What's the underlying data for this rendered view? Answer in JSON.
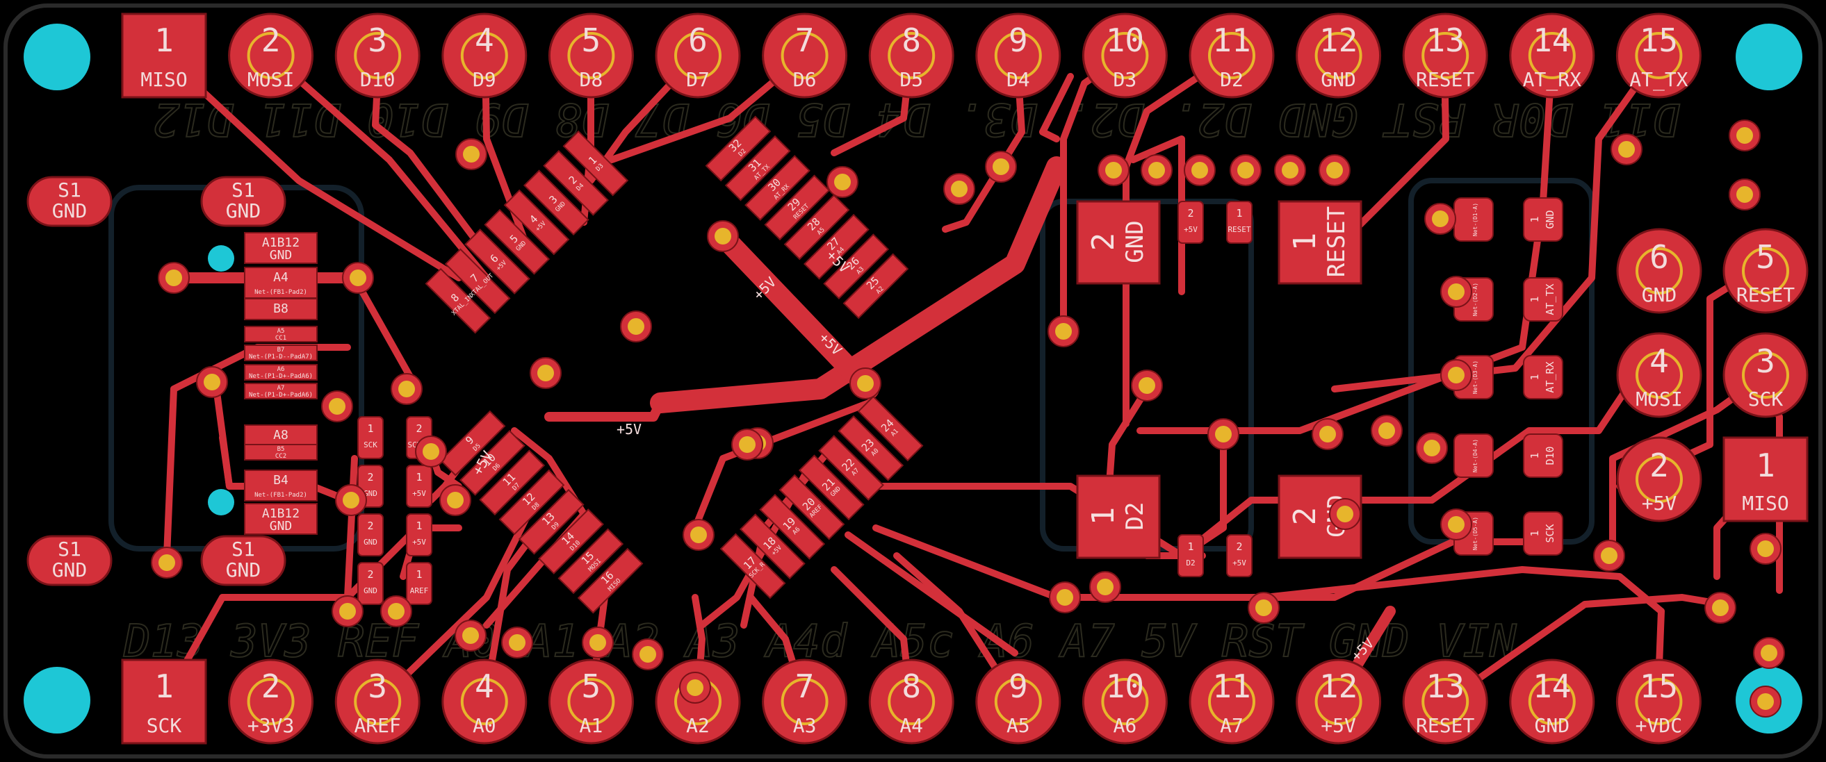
{
  "colors": {
    "background": "#000000",
    "copper": "#d3303a",
    "drill": "#e7b52c",
    "hole": "#1ec7d6",
    "outline": "#9b1a20",
    "silk": "#2b2a1e"
  },
  "top_header": {
    "pads": [
      {
        "num": "1",
        "label": "MISO"
      },
      {
        "num": "2",
        "label": "MOSI"
      },
      {
        "num": "3",
        "label": "D10"
      },
      {
        "num": "4",
        "label": "D9"
      },
      {
        "num": "5",
        "label": "D8"
      },
      {
        "num": "6",
        "label": "D7"
      },
      {
        "num": "7",
        "label": "D6"
      },
      {
        "num": "8",
        "label": "D5"
      },
      {
        "num": "9",
        "label": "D4"
      },
      {
        "num": "10",
        "label": "D3"
      },
      {
        "num": "11",
        "label": "D2"
      },
      {
        "num": "12",
        "label": "GND"
      },
      {
        "num": "13",
        "label": "RESET"
      },
      {
        "num": "14",
        "label": "AT_RX"
      },
      {
        "num": "15",
        "label": "AT_TX"
      }
    ]
  },
  "bottom_header": {
    "pads": [
      {
        "num": "1",
        "label": "SCK"
      },
      {
        "num": "2",
        "label": "+3V3"
      },
      {
        "num": "3",
        "label": "AREF"
      },
      {
        "num": "4",
        "label": "A0"
      },
      {
        "num": "5",
        "label": "A1"
      },
      {
        "num": "6",
        "label": "A2"
      },
      {
        "num": "7",
        "label": "A3"
      },
      {
        "num": "8",
        "label": "A4"
      },
      {
        "num": "9",
        "label": "A5"
      },
      {
        "num": "10",
        "label": "A6"
      },
      {
        "num": "11",
        "label": "A7"
      },
      {
        "num": "12",
        "label": "+5V"
      },
      {
        "num": "13",
        "label": "RESET"
      },
      {
        "num": "14",
        "label": "GND"
      },
      {
        "num": "15",
        "label": "+VDC"
      }
    ]
  },
  "silkscreen": {
    "top_row": "D11 D0R RST GND D2. D2. D3. D4  D5  D6  D7  D8  D9  D10 D11 D12",
    "bottom_row": "D13  3V3  REF  A0  A1  A2  A3  A4d  A5c  A6  A7  5V  RST  GND  VIN"
  },
  "usb": {
    "shield_pads": [
      "S1",
      "S1",
      "S1",
      "S1"
    ],
    "shield_labels": [
      "GND",
      "GND",
      "GND",
      "GND"
    ],
    "pins": [
      {
        "num": "A1B12",
        "label": "GND"
      },
      {
        "num": "A4",
        "label": "Net-(FB1-Pad2)"
      },
      {
        "num": "B8",
        "label": ""
      },
      {
        "num": "A5",
        "label": "CC1"
      },
      {
        "num": "B7",
        "label": "Net-(P1-D--PadA7)"
      },
      {
        "num": "A6",
        "label": "Net-(P1-D+-PadA6)"
      },
      {
        "num": "A7",
        "label": "Net-(P1-D+-PadA6)"
      },
      {
        "num": "A8",
        "label": ""
      },
      {
        "num": "B5",
        "label": "CC2"
      },
      {
        "num": "B4",
        "label": "Net-(FB1-Pad2)"
      },
      {
        "num": "A1B12",
        "label": "GND"
      }
    ]
  },
  "mcu_pins": [
    {
      "num": "1",
      "label": "D3"
    },
    {
      "num": "2",
      "label": "D4"
    },
    {
      "num": "3",
      "label": "GND"
    },
    {
      "num": "4",
      "label": "+5V"
    },
    {
      "num": "5",
      "label": "GND"
    },
    {
      "num": "6",
      "label": "+5V"
    },
    {
      "num": "7",
      "label": "XTAL_OUT"
    },
    {
      "num": "8",
      "label": "XTAL_IN"
    },
    {
      "num": "9",
      "label": "D5"
    },
    {
      "num": "10",
      "label": "D6"
    },
    {
      "num": "11",
      "label": "D7"
    },
    {
      "num": "12",
      "label": "D8"
    },
    {
      "num": "13",
      "label": "D9"
    },
    {
      "num": "14",
      "label": "D10"
    },
    {
      "num": "15",
      "label": "MOSI"
    },
    {
      "num": "16",
      "label": "MISO"
    },
    {
      "num": "17",
      "label": "SCK_R"
    },
    {
      "num": "18",
      "label": "+5V"
    },
    {
      "num": "19",
      "label": "A6"
    },
    {
      "num": "20",
      "label": "AREF"
    },
    {
      "num": "21",
      "label": "GND"
    },
    {
      "num": "22",
      "label": "A7"
    },
    {
      "num": "23",
      "label": "A0"
    },
    {
      "num": "24",
      "label": "A1"
    },
    {
      "num": "25",
      "label": "A2"
    },
    {
      "num": "26",
      "label": "A3"
    },
    {
      "num": "27",
      "label": "A4"
    },
    {
      "num": "28",
      "label": "A5"
    },
    {
      "num": "29",
      "label": "RESET"
    },
    {
      "num": "30",
      "label": "AT_RX"
    },
    {
      "num": "31",
      "label": "AT_TX"
    },
    {
      "num": "32",
      "label": "D2"
    }
  ],
  "net_labels": {
    "trace_a": "+5V",
    "trace_b": "+5V",
    "trace_c": "+5V",
    "trace_d": "+5V",
    "trace_e": "+5V"
  },
  "small_parts": {
    "sck_r": {
      "num_a": "1",
      "label_a": "SCK",
      "num_b": "2",
      "label_b": "SCK_R"
    },
    "cap_a": {
      "num_a": "2",
      "label_a": "GND",
      "num_b": "1",
      "label_b": "+5V"
    },
    "cap_b": {
      "num_a": "2",
      "label_a": "GND",
      "num_b": "1",
      "label_b": "+5V"
    },
    "cap_c": {
      "num_a": "2",
      "label_a": "GND",
      "num_b": "1",
      "label_b": "AREF"
    },
    "sw_top": {
      "num_a": "2",
      "label_a": "+5V",
      "num_b": "1",
      "label_b": "RESET"
    },
    "sw_bot": {
      "num_a": "1",
      "label_a": "D2",
      "num_b": "2",
      "label_b": "+5V"
    }
  },
  "buttons": [
    {
      "num": "2",
      "label": "GND"
    },
    {
      "num": "1",
      "label": "RESET"
    },
    {
      "num": "1",
      "label": "D2"
    },
    {
      "num": "2",
      "label": "GND"
    }
  ],
  "right_column": [
    {
      "num": "1",
      "label": "GND",
      "net": "Net-(D1-A)"
    },
    {
      "num": "1",
      "label": "AT_TX",
      "net": "Net-(D2-A)"
    },
    {
      "num": "1",
      "label": "AT_RX",
      "net": "Net-(D3-A)"
    },
    {
      "num": "1",
      "label": "D10",
      "net": "Net-(D4-A)"
    },
    {
      "num": "1",
      "label": "SCK",
      "net": "Net-(D5-A)"
    }
  ],
  "icsp": [
    {
      "num": "6",
      "label": "GND"
    },
    {
      "num": "5",
      "label": "RESET"
    },
    {
      "num": "4",
      "label": "MOSI"
    },
    {
      "num": "3",
      "label": "SCK"
    },
    {
      "num": "2",
      "label": "+5V"
    },
    {
      "num": "1",
      "label": "MISO"
    }
  ],
  "via_label": "+5V"
}
